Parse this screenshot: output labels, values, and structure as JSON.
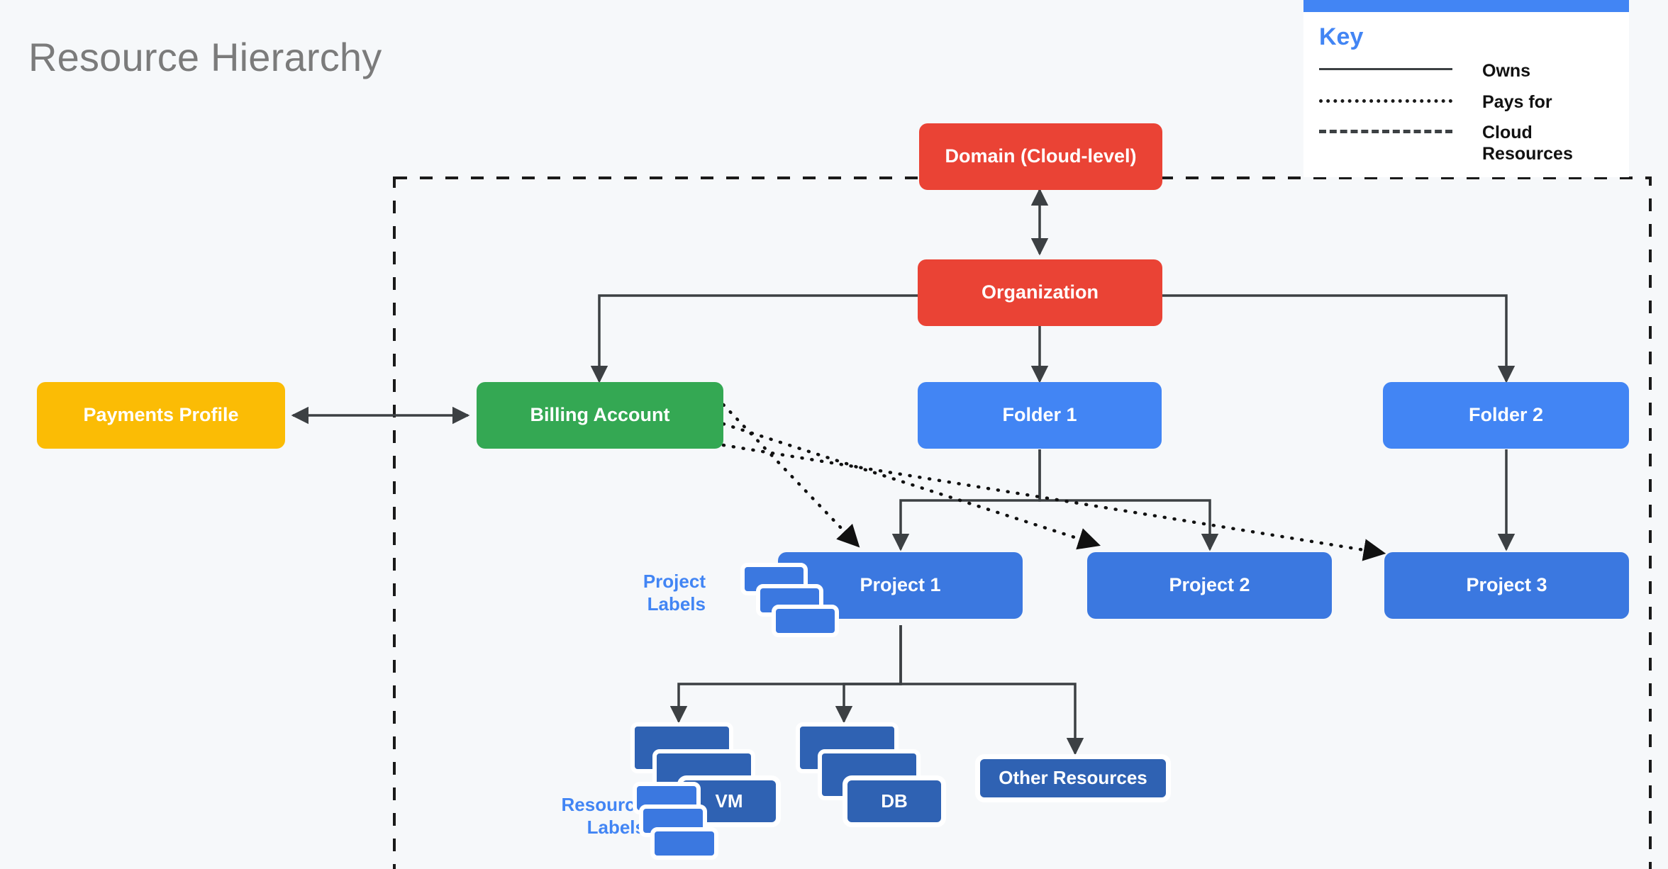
{
  "page": {
    "title": "Resource Hierarchy",
    "background_color": "#f6f8fa"
  },
  "key": {
    "title": "Key",
    "accent_color": "#4285f4",
    "entries": [
      {
        "style": "solid",
        "label": "Owns"
      },
      {
        "style": "dotted",
        "label": "Pays for"
      },
      {
        "style": "dashed",
        "label": "Cloud Resources"
      }
    ]
  },
  "nodes": {
    "domain": {
      "label": "Domain (Cloud-level)",
      "color": "#ea4335"
    },
    "organization": {
      "label": "Organization",
      "color": "#ea4335"
    },
    "payments_profile": {
      "label": "Payments Profile",
      "color": "#fbbc05"
    },
    "billing_account": {
      "label": "Billing Account",
      "color": "#34a853"
    },
    "folder1": {
      "label": "Folder 1",
      "color": "#4285f4"
    },
    "folder2": {
      "label": "Folder 2",
      "color": "#4285f4"
    },
    "project1": {
      "label": "Project 1",
      "color": "#3b78e0"
    },
    "project2": {
      "label": "Project 2",
      "color": "#3b78e0"
    },
    "project3": {
      "label": "Project 3",
      "color": "#3b78e0"
    },
    "vm": {
      "label": "VM",
      "color": "#2f62b3"
    },
    "db": {
      "label": "DB",
      "color": "#2f62b3"
    },
    "other_resources": {
      "label": "Other Resources",
      "color": "#2f62b3"
    }
  },
  "captions": {
    "project_labels": "Project\nLabels",
    "project_labels_line1": "Project",
    "project_labels_line2": "Labels",
    "resource_labels_line1": "Resource",
    "resource_labels_line2": "Labels"
  },
  "edges": [
    {
      "from": "domain",
      "to": "organization",
      "style": "solid",
      "direction": "both"
    },
    {
      "from": "organization",
      "to": "billing_account",
      "style": "solid",
      "direction": "to"
    },
    {
      "from": "organization",
      "to": "folder1",
      "style": "solid",
      "direction": "to"
    },
    {
      "from": "organization",
      "to": "folder2",
      "style": "solid",
      "direction": "to"
    },
    {
      "from": "payments_profile",
      "to": "billing_account",
      "style": "solid",
      "direction": "both"
    },
    {
      "from": "folder1",
      "to": "project1",
      "style": "solid",
      "direction": "to"
    },
    {
      "from": "folder1",
      "to": "project2",
      "style": "solid",
      "direction": "to"
    },
    {
      "from": "folder2",
      "to": "project3",
      "style": "solid",
      "direction": "to"
    },
    {
      "from": "project1",
      "to": "vm",
      "style": "solid",
      "direction": "to"
    },
    {
      "from": "project1",
      "to": "db",
      "style": "solid",
      "direction": "to"
    },
    {
      "from": "project1",
      "to": "other_resources",
      "style": "solid",
      "direction": "to"
    },
    {
      "from": "billing_account",
      "to": "project1",
      "style": "dotted",
      "direction": "to"
    },
    {
      "from": "billing_account",
      "to": "project2",
      "style": "dotted",
      "direction": "to"
    },
    {
      "from": "billing_account",
      "to": "project3",
      "style": "dotted",
      "direction": "to"
    }
  ],
  "cloud_resources_boundary": {
    "style": "dashed",
    "color": "#1a1a1a"
  }
}
